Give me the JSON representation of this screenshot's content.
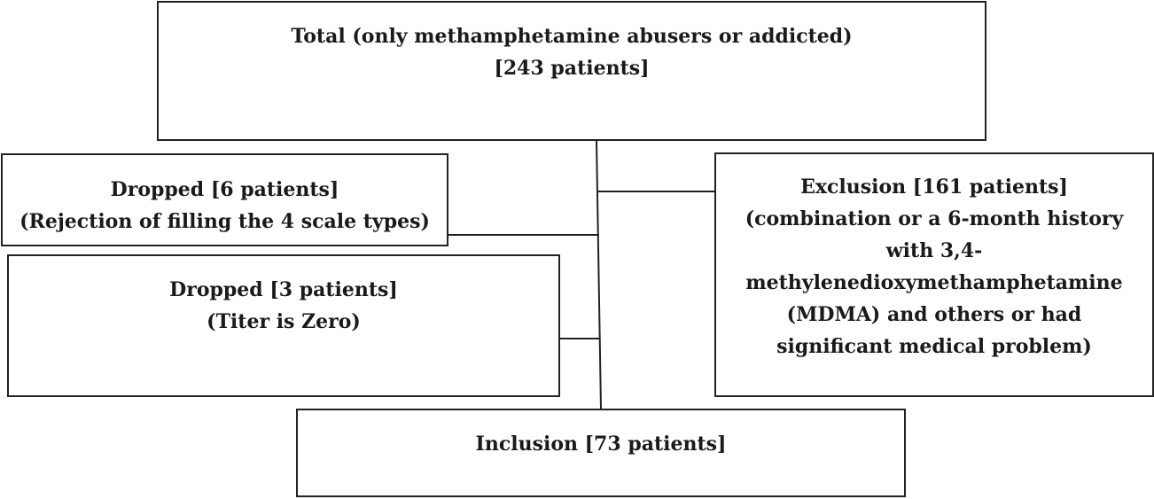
{
  "flowchart": {
    "total": {
      "title": "Total (only methamphetamine abusers or addicted)",
      "count": "[243 patients]"
    },
    "dropped_1": {
      "title": "Dropped [6 patients]",
      "reason": "(Rejection of filling the 4 scale types)"
    },
    "dropped_2": {
      "title": "Dropped [3 patients]",
      "reason": "(Titer is Zero)"
    },
    "exclusion": {
      "lines": [
        "Exclusion [161 patients]",
        "(combination or a 6-month history",
        "with 3,4-",
        "methylenedioxymethamphetamine",
        "(MDMA) and others or had",
        "significant medical problem)"
      ]
    },
    "inclusion": {
      "title": "Inclusion [73 patients]"
    }
  },
  "colors": {
    "border": "#222222",
    "text": "#1a1a1a",
    "background": "#ffffff"
  }
}
